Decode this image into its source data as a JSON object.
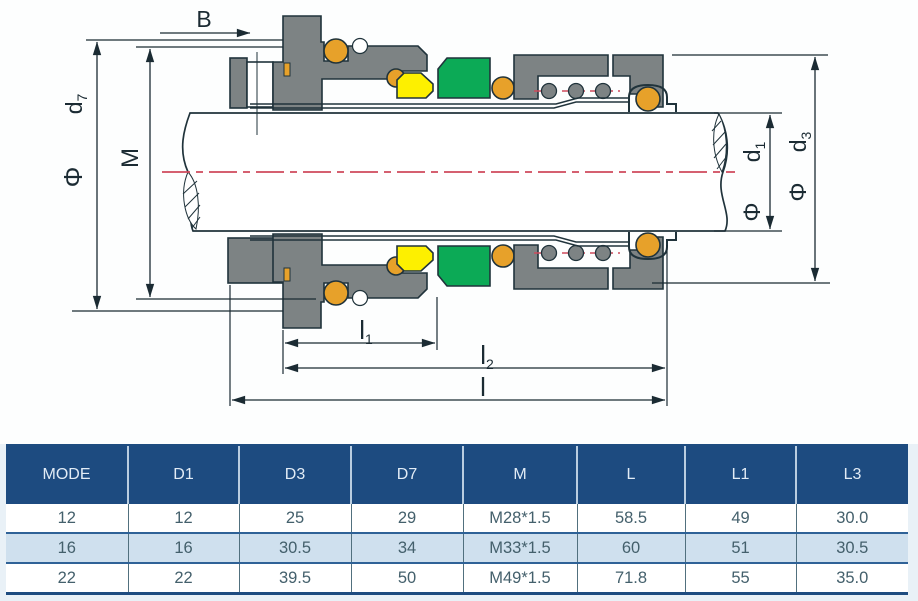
{
  "colors": {
    "part_gray": "#7d8384",
    "oring_orange": "#e7a12a",
    "seal_yellow": "#fdf000",
    "seat_green": "#0caa56",
    "centerline_red": "#cf4a5c",
    "outline": "#20333b",
    "dim_line": "#1b2b33",
    "header_bg": "#1d4b80",
    "header_text": "#e2ecf6",
    "header_divider": "#b9cde0",
    "table_border_dark": "#1e4c80",
    "row_divider": "#2f6297",
    "body_divider": "#51707e",
    "row_alt_bg": "#cfe0ee",
    "body_text": "#44606c"
  },
  "diagram": {
    "labels": {
      "b": "B",
      "phi": "Φ",
      "d7_main": "d",
      "d7_sub": "7",
      "m": "M",
      "d1_main": "d",
      "d1_sub": "1",
      "d3_main": "d",
      "d3_sub": "3",
      "l1_main": "l",
      "l1_sub": "1",
      "l2_main": "l",
      "l2_sub": "2",
      "l_main": "l"
    }
  },
  "table": {
    "headers": [
      "MODE",
      "D1",
      "D3",
      "D7",
      "M",
      "L",
      "L1",
      "L3"
    ],
    "rows": [
      {
        "cells": [
          "12",
          "12",
          "25",
          "29",
          "M28*1.5",
          "58.5",
          "49",
          "30.0"
        ]
      },
      {
        "cells": [
          "16",
          "16",
          "30.5",
          "34",
          "M33*1.5",
          "60",
          "51",
          "30.5"
        ]
      },
      {
        "cells": [
          "22",
          "22",
          "39.5",
          "50",
          "M49*1.5",
          "71.8",
          "55",
          "35.0"
        ]
      }
    ]
  }
}
